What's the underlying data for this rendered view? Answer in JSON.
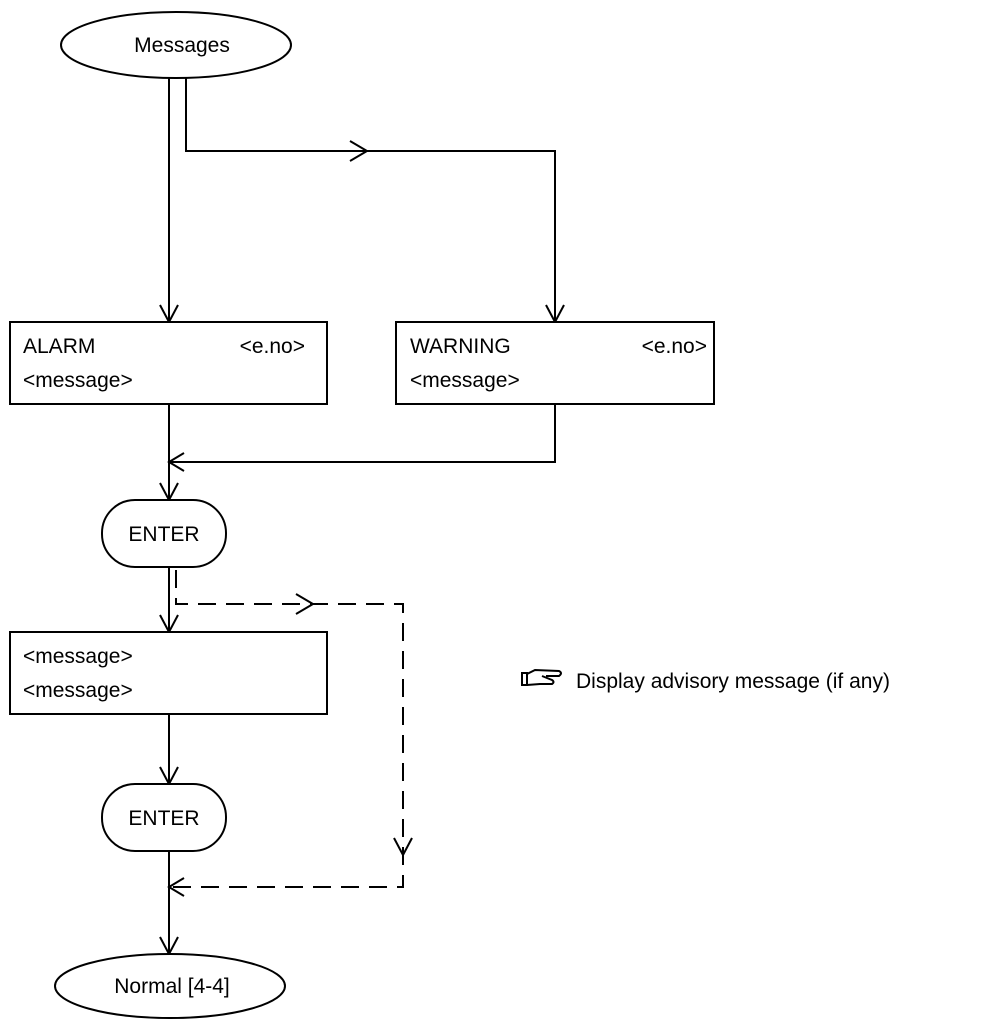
{
  "nodes": {
    "start": "Messages",
    "alarm": {
      "title": "ALARM",
      "code": "<e.no>",
      "text": "<message>"
    },
    "warning": {
      "title": "WARNING",
      "code": "<e.no>",
      "text": "<message>"
    },
    "enter1": "ENTER",
    "advisory": {
      "line1": "<message>",
      "line2": "<message>"
    },
    "enter2": "ENTER",
    "end": "Normal [4-4]"
  },
  "note": {
    "icon": "pointing-hand-icon",
    "text": "Display advisory message (if any)"
  }
}
